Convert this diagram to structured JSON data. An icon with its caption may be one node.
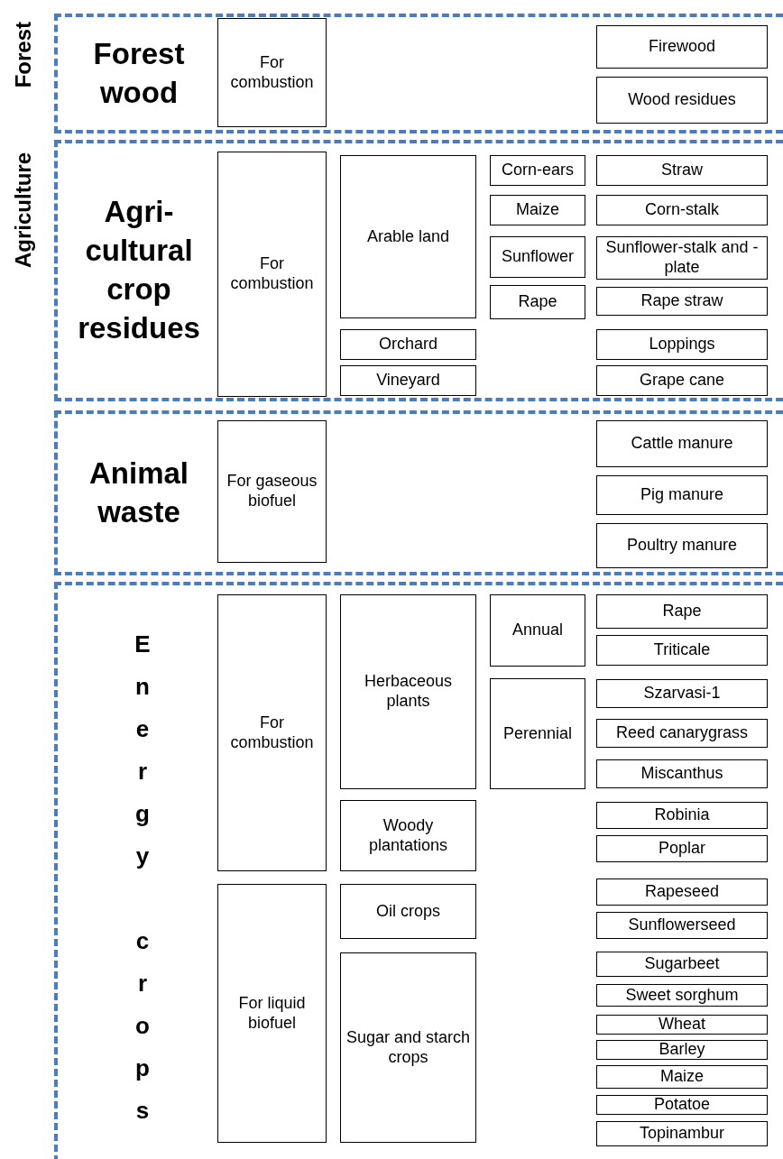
{
  "diagram": {
    "nodes": [
      {
        "text": [
          "Forest",
          "Forest wood"
        ]
      },
      {
        "text": [
          "For combustion"
        ],
        "in": 0
      },
      {
        "text": [
          "Firewood"
        ],
        "in": 0
      },
      {
        "text": [
          "Wood residues"
        ],
        "in": 0
      },
      {
        "text": [
          "Agriculture",
          "Agri-cultural crop residues"
        ]
      },
      {
        "text": [
          "For combustion"
        ],
        "in": 4
      },
      {
        "text": [
          "Arable land"
        ],
        "in": 4
      },
      {
        "text": [
          "Corn-ears"
        ],
        "in": 4
      },
      {
        "text": [
          "Straw"
        ],
        "in": 4
      },
      {
        "text": [
          "Maize"
        ],
        "in": 4
      },
      {
        "text": [
          "Corn-stalk"
        ],
        "in": 4
      },
      {
        "text": [
          "Sunflower"
        ],
        "in": 4
      },
      {
        "text": [
          "Sunflower-stalk and -plate"
        ],
        "in": 4
      },
      {
        "text": [
          "Rape"
        ],
        "in": 4
      },
      {
        "text": [
          "Rape straw"
        ],
        "in": 4
      },
      {
        "text": [
          "Orchard"
        ],
        "in": 4
      },
      {
        "text": [
          "Loppings"
        ],
        "in": 4
      },
      {
        "text": [
          "Vineyard"
        ],
        "in": 4
      },
      {
        "text": [
          "Grape cane"
        ],
        "in": 4
      },
      {
        "text": [
          "Animal waste"
        ]
      },
      {
        "text": [
          "For gaseous biofuel"
        ],
        "in": 19
      },
      {
        "text": [
          "Cattle manure"
        ],
        "in": 19
      },
      {
        "text": [
          "Pig manure"
        ],
        "in": 19
      },
      {
        "text": [
          "Poultry manure"
        ],
        "in": 19
      },
      {
        "text": [
          "Energy crops"
        ]
      },
      {
        "text": [
          "For combustion"
        ],
        "in": 24
      },
      {
        "text": [
          "Herbaceous plants"
        ],
        "in": 24
      },
      {
        "text": [
          "Annual"
        ],
        "in": 24
      },
      {
        "text": [
          "Rape"
        ],
        "in": 24
      },
      {
        "text": [
          "Triticale"
        ],
        "in": 24
      },
      {
        "text": [
          "Perennial"
        ],
        "in": 24
      },
      {
        "text": [
          "Szarvasi-1"
        ],
        "in": 24
      },
      {
        "text": [
          "Reed canarygrass"
        ],
        "in": 24
      },
      {
        "text": [
          "Miscanthus"
        ],
        "in": 24
      },
      {
        "text": [
          "Woody plantations"
        ],
        "in": 24
      },
      {
        "text": [
          "Robinia"
        ],
        "in": 24
      },
      {
        "text": [
          "Poplar"
        ],
        "in": 24
      },
      {
        "text": [
          "For liquid biofuel"
        ],
        "in": 24
      },
      {
        "text": [
          "Oil crops"
        ],
        "in": 24
      },
      {
        "text": [
          "Rapeseed"
        ],
        "in": 24
      },
      {
        "text": [
          "Sunflowerseed"
        ],
        "in": 24
      },
      {
        "text": [
          "Sugar and starch crops"
        ],
        "in": 24
      },
      {
        "text": [
          "Sugarbeet"
        ],
        "in": 24
      },
      {
        "text": [
          "Sweet sorghum"
        ],
        "in": 24
      },
      {
        "text": [
          "Wheat"
        ],
        "in": 24
      },
      {
        "text": [
          "Barley"
        ],
        "in": 24
      },
      {
        "text": [
          "Maize"
        ],
        "in": 24
      },
      {
        "text": [
          "Potatoe"
        ],
        "in": 24
      },
      {
        "text": [
          "Topinambur"
        ],
        "in": 24
      }
    ],
    "edges": []
  }
}
